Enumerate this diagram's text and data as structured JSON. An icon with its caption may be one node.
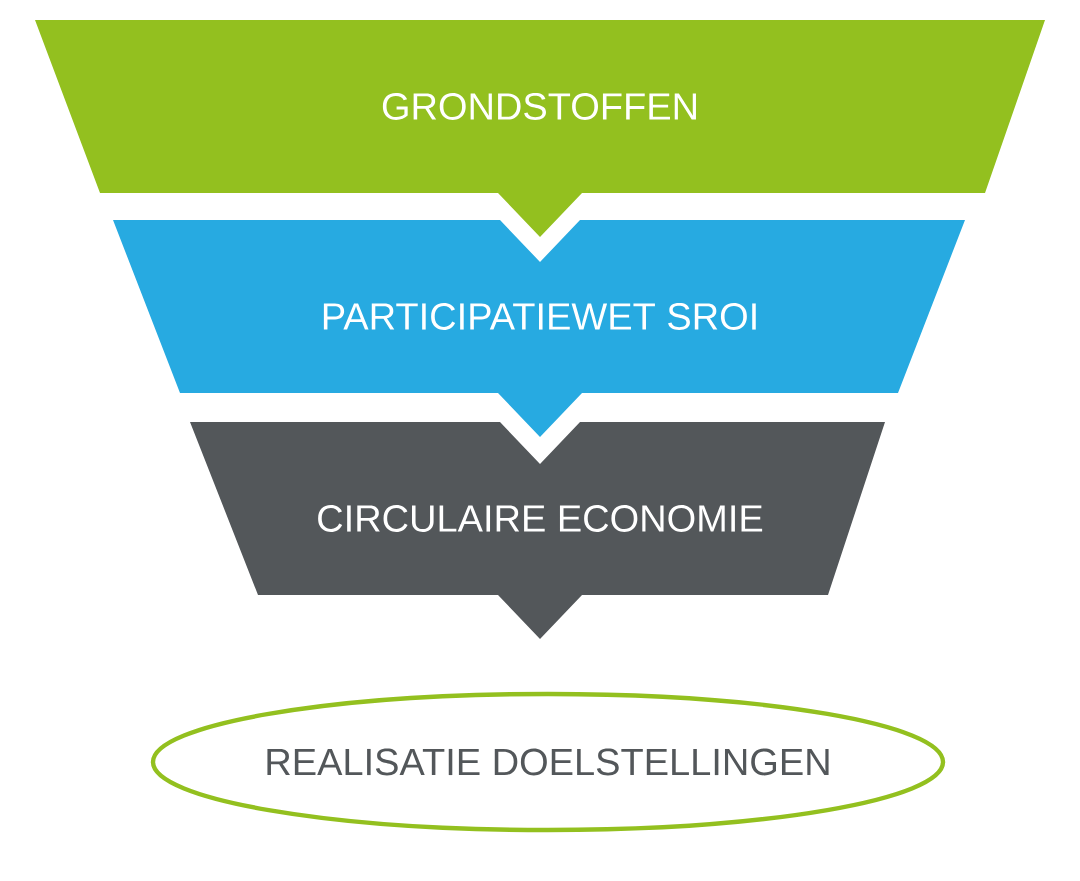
{
  "diagram": {
    "nodes": [
      {
        "text": [
          "GRONDSTOFFEN"
        ]
      },
      {
        "text": [
          "PARTICIPATIEWET SROI"
        ]
      },
      {
        "text": [
          "CIRCULAIRE ECONOMIE"
        ]
      },
      {
        "text": [
          "REALISATIE DOELSTELLINGEN"
        ]
      }
    ]
  }
}
